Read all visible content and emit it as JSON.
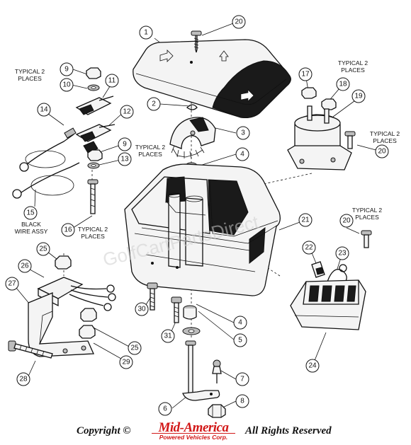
{
  "diagram": {
    "callouts": [
      "1",
      "2",
      "3",
      "4",
      "4",
      "5",
      "6",
      "7",
      "8",
      "9",
      "9",
      "10",
      "11",
      "12",
      "13",
      "14",
      "15",
      "16",
      "17",
      "18",
      "19",
      "20",
      "20",
      "20",
      "21",
      "22",
      "23",
      "24",
      "25",
      "25",
      "26",
      "27",
      "28",
      "29",
      "30",
      "31"
    ],
    "notes": {
      "typical_line1": "TYPICAL 2",
      "typical_line2": "PLACES",
      "black_wire_line1": "BLACK",
      "black_wire_line2": "WIRE ASSY"
    },
    "watermark": "GolfCartPartsDirect"
  },
  "footer": {
    "copyright": "Copyright ©",
    "logo_line1": "Mid-America",
    "logo_line2": "Powered Vehicles Corp.",
    "rights": "All Rights Reserved",
    "logo_color": "#d21818"
  }
}
